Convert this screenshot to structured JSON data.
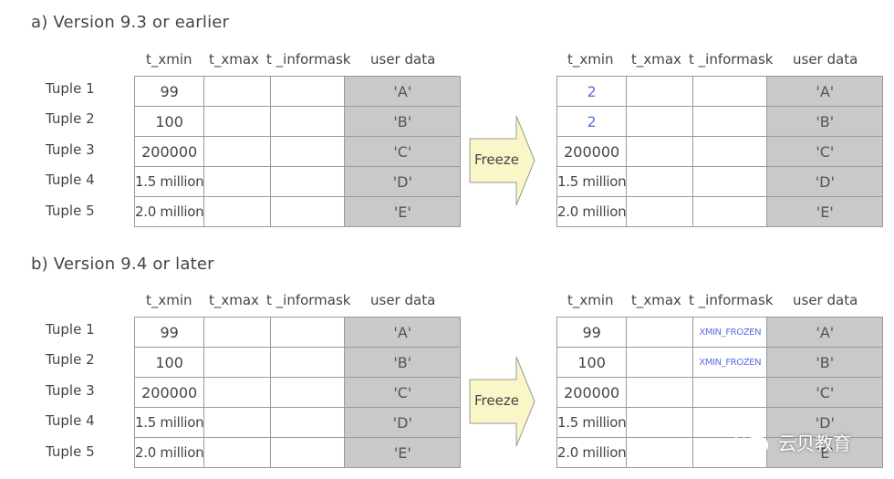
{
  "sections": [
    {
      "title": "a) Version 9.3 or earlier",
      "before": {
        "headers": [
          "t_xmin",
          "t_xmax",
          "t _informask",
          "user data"
        ],
        "rows": [
          {
            "label": "Tuple 1",
            "t_xmin": "99",
            "t_xmax": "",
            "t_informask": "",
            "user_data": "'A'"
          },
          {
            "label": "Tuple 2",
            "t_xmin": "100",
            "t_xmax": "",
            "t_informask": "",
            "user_data": "'B'"
          },
          {
            "label": "Tuple 3",
            "t_xmin": "200000",
            "t_xmax": "",
            "t_informask": "",
            "user_data": "'C'"
          },
          {
            "label": "Tuple 4",
            "t_xmin": "1.5 million",
            "t_xmax": "",
            "t_informask": "",
            "user_data": "'D'"
          },
          {
            "label": "Tuple 5",
            "t_xmin": "2.0 million",
            "t_xmax": "",
            "t_informask": "",
            "user_data": "'E'"
          }
        ]
      },
      "arrow_label": "Freeze",
      "after": {
        "headers": [
          "t_xmin",
          "t_xmax",
          "t _informask",
          "user data"
        ],
        "rows": [
          {
            "t_xmin": "2",
            "t_xmax": "",
            "t_informask": "",
            "user_data": "'A'"
          },
          {
            "t_xmin": "2",
            "t_xmax": "",
            "t_informask": "",
            "user_data": "'B'"
          },
          {
            "t_xmin": "200000",
            "t_xmax": "",
            "t_informask": "",
            "user_data": "'C'"
          },
          {
            "t_xmin": "1.5 million",
            "t_xmax": "",
            "t_informask": "",
            "user_data": "'D'"
          },
          {
            "t_xmin": "2.0 million",
            "t_xmax": "",
            "t_informask": "",
            "user_data": "'E'"
          }
        ]
      }
    },
    {
      "title": "b) Version 9.4 or later",
      "before": {
        "headers": [
          "t_xmin",
          "t_xmax",
          "t _informask",
          "user data"
        ],
        "rows": [
          {
            "label": "Tuple 1",
            "t_xmin": "99",
            "t_xmax": "",
            "t_informask": "",
            "user_data": "'A'"
          },
          {
            "label": "Tuple 2",
            "t_xmin": "100",
            "t_xmax": "",
            "t_informask": "",
            "user_data": "'B'"
          },
          {
            "label": "Tuple 3",
            "t_xmin": "200000",
            "t_xmax": "",
            "t_informask": "",
            "user_data": "'C'"
          },
          {
            "label": "Tuple 4",
            "t_xmin": "1.5 million",
            "t_xmax": "",
            "t_informask": "",
            "user_data": "'D'"
          },
          {
            "label": "Tuple 5",
            "t_xmin": "2.0 million",
            "t_xmax": "",
            "t_informask": "",
            "user_data": "'E'"
          }
        ]
      },
      "arrow_label": "Freeze",
      "after": {
        "headers": [
          "t_xmin",
          "t_xmax",
          "t _informask",
          "user data"
        ],
        "rows": [
          {
            "t_xmin": "99",
            "t_xmax": "",
            "t_informask": "XMIN_FROZEN",
            "user_data": "'A'"
          },
          {
            "t_xmin": "100",
            "t_xmax": "",
            "t_informask": "XMIN_FROZEN",
            "user_data": "'B'"
          },
          {
            "t_xmin": "200000",
            "t_xmax": "",
            "t_informask": "",
            "user_data": "'C'"
          },
          {
            "t_xmin": "1.5 million",
            "t_xmax": "",
            "t_informask": "",
            "user_data": "'D'"
          },
          {
            "t_xmin": "2.0 million",
            "t_xmax": "",
            "t_informask": "",
            "user_data": "'E'"
          }
        ]
      }
    }
  ],
  "watermark": {
    "text": "云贝教育",
    "icon": "wechat-icon"
  },
  "colors": {
    "highlight_text": "#5b6ee0",
    "user_data_fill": "#c9c9c9",
    "grid_border": "#9a9a9a",
    "arrow_fill": "#faf6c8",
    "arrow_stroke": "#9a9a9a"
  }
}
